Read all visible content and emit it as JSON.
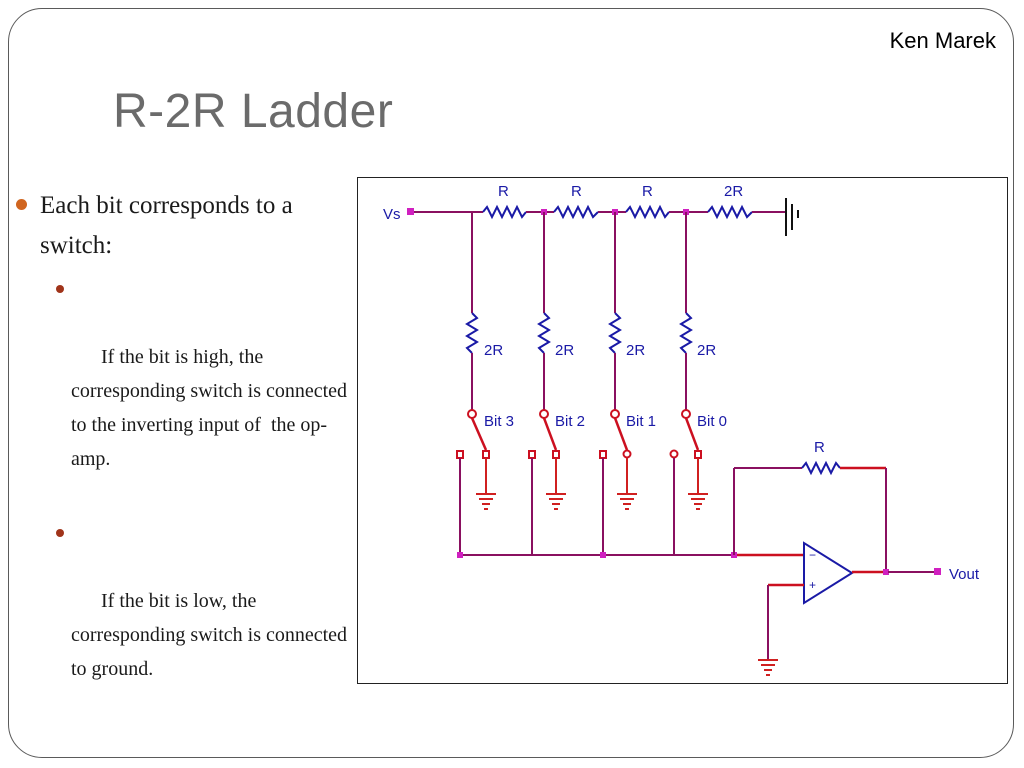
{
  "header": {
    "author": "Ken Marek"
  },
  "slide": {
    "title": "R-2R Ladder",
    "bullets": [
      {
        "text": "Each bit corresponds to a switch:",
        "sub": [
          "If the bit is high, the corresponding switch is connected to the inverting input of  the op-amp.",
          "If the bit is low, the corresponding switch is connected to ground."
        ]
      }
    ]
  },
  "diagram": {
    "input_label": "Vs",
    "output_label": "Vout",
    "series_labels": [
      "R",
      "R",
      "R",
      "2R"
    ],
    "shunt_labels": [
      "2R",
      "2R",
      "2R",
      "2R"
    ],
    "bit_labels": [
      "Bit 3",
      "Bit 2",
      "Bit 1",
      "Bit 0"
    ],
    "feedback_label": "R",
    "colors": {
      "wire": "#8a1060",
      "highlight": "#cc1020",
      "component": "#1a1aa6",
      "node": "#d020c0"
    }
  }
}
